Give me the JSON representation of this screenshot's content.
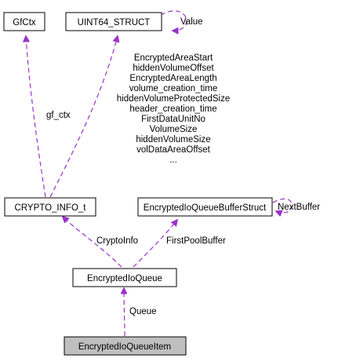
{
  "nodes": {
    "gfctx": "GfCtx",
    "uint64": "UINT64_STRUCT",
    "crypto_info": "CRYPTO_INFO_t",
    "buffer_struct": "EncryptedIoQueueBufferStruct",
    "queue": "EncryptedIoQueue",
    "queue_item": "EncryptedIoQueueItem"
  },
  "edge_labels": {
    "uint64_self": "Value",
    "gf_ctx": "gf_ctx",
    "uint64_to_crypto": [
      "EncryptedAreaStart",
      "hiddenVolumeOffset",
      "EncryptedAreaLength",
      "volume_creation_time",
      "hiddenVolumeProtectedSize",
      "header_creation_time",
      "FirstDataUnitNo",
      "VolumeSize",
      "hiddenVolumeSize",
      "volDataAreaOffset",
      "..."
    ],
    "buffer_self": "NextBuffer",
    "crypto_info": "CryptoInfo",
    "first_pool_buffer": "FirstPoolBuffer",
    "queue": "Queue"
  },
  "colors": {
    "edge": "#9a32cd",
    "highlight_fill": "#bfbfbf"
  }
}
